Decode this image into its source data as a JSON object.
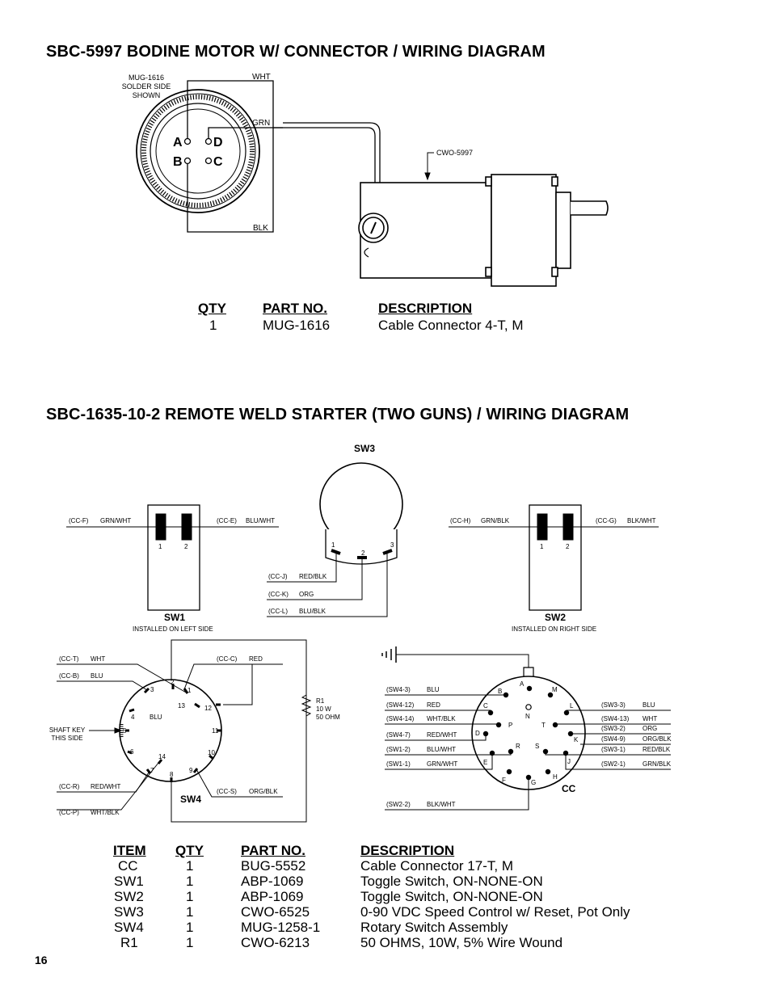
{
  "motor": {
    "title": "SBC-5997 BODINE MOTOR W/ CONNECTOR / WIRING DIAGRAM",
    "connector_note": [
      "MUG-1616",
      "SOLDER SIDE",
      "SHOWN"
    ],
    "wire_labels": {
      "wht": "WHT",
      "grn": "GRN",
      "blk": "BLK"
    },
    "pins": {
      "a": "A",
      "b": "B",
      "c": "C",
      "d": "D"
    },
    "motor_callout": "CWO-5997",
    "parts_table": {
      "headers": {
        "qty": "QTY",
        "part_no": "PART NO.",
        "description": "DESCRIPTION"
      },
      "rows": [
        {
          "qty": "1",
          "part_no": "MUG-1616",
          "description": "Cable Connector 4-T, M"
        }
      ]
    }
  },
  "starter": {
    "title": "SBC-1635-10-2 REMOTE WELD STARTER (TWO GUNS) / WIRING DIAGRAM",
    "sw3": {
      "label": "SW3",
      "terminals": [
        "1",
        "2",
        "3"
      ],
      "wires": [
        {
          "ref": "(CC-J)",
          "color": "RED/BLK"
        },
        {
          "ref": "(CC-K)",
          "color": "ORG"
        },
        {
          "ref": "(CC-L)",
          "color": "BLU/BLK"
        }
      ]
    },
    "sw1": {
      "label": "SW1",
      "note": "INSTALLED ON LEFT SIDE",
      "terminals": [
        "1",
        "2"
      ],
      "wires": [
        {
          "ref": "(CC-F)",
          "color": "GRN/WHT"
        },
        {
          "ref": "(CC-E)",
          "color": "BLU/WHT"
        }
      ]
    },
    "sw2": {
      "label": "SW2",
      "note": "INSTALLED ON RIGHT SIDE",
      "terminals": [
        "1",
        "2"
      ],
      "wires": [
        {
          "ref": "(CC-H)",
          "color": "GRN/BLK"
        },
        {
          "ref": "(CC-G)",
          "color": "BLK/WHT"
        }
      ]
    },
    "sw4": {
      "label": "SW4",
      "center_label": "BLU",
      "shaft_key_note": [
        "SHAFT KEY",
        "THIS SIDE"
      ],
      "terminals": [
        "1",
        "2",
        "3",
        "4",
        "5",
        "6",
        "7",
        "8",
        "9",
        "10",
        "11",
        "12",
        "13",
        "14"
      ],
      "wires_left": [
        {
          "ref": "(CC-T)",
          "color": "WHT"
        },
        {
          "ref": "(CC-B)",
          "color": "BLU"
        },
        {
          "ref": "(CC-R)",
          "color": "RED/WHT"
        },
        {
          "ref": "(CC-P)",
          "color": "WHT/BLK"
        }
      ],
      "wires_right": [
        {
          "ref": "(CC-C)",
          "color": "RED"
        },
        {
          "ref": "(CC-S)",
          "color": "ORG/BLK"
        }
      ]
    },
    "r1": {
      "lines": [
        "R1",
        "10 W",
        "50 OHM"
      ]
    },
    "cc": {
      "label": "CC",
      "pin_letters": [
        "A",
        "B",
        "C",
        "D",
        "E",
        "F",
        "G",
        "H",
        "J",
        "K",
        "L",
        "M",
        "N",
        "P",
        "R",
        "S",
        "T"
      ],
      "wires_left": [
        {
          "ref": "(SW4-3)",
          "color": "BLU"
        },
        {
          "ref": "(SW4-12)",
          "color": "RED"
        },
        {
          "ref": "(SW4-14)",
          "color": "WHT/BLK"
        },
        {
          "ref": "(SW4-7)",
          "color": "RED/WHT"
        },
        {
          "ref": "(SW1-2)",
          "color": "BLU/WHT"
        },
        {
          "ref": "(SW1-1)",
          "color": "GRN/WHT"
        },
        {
          "ref": "(SW2-2)",
          "color": "BLK/WHT"
        }
      ],
      "wires_right": [
        {
          "ref": "(SW3-3)",
          "color": "BLU"
        },
        {
          "ref": "(SW4-13)",
          "color": "WHT"
        },
        {
          "ref": "(SW3-2)",
          "color": "ORG"
        },
        {
          "ref": "(SW4-9)",
          "color": "ORG/BLK"
        },
        {
          "ref": "(SW3-1)",
          "color": "RED/BLK"
        },
        {
          "ref": "(SW2-1)",
          "color": "GRN/BLK"
        }
      ]
    },
    "parts_table": {
      "headers": {
        "item": "ITEM",
        "qty": "QTY",
        "part_no": "PART NO.",
        "description": "DESCRIPTION"
      },
      "rows": [
        {
          "item": "CC",
          "qty": "1",
          "part_no": "BUG-5552",
          "description": "Cable Connector 17-T, M"
        },
        {
          "item": "SW1",
          "qty": "1",
          "part_no": "ABP-1069",
          "description": "Toggle Switch, ON-NONE-ON"
        },
        {
          "item": "SW2",
          "qty": "1",
          "part_no": "ABP-1069",
          "description": "Toggle Switch, ON-NONE-ON"
        },
        {
          "item": "SW3",
          "qty": "1",
          "part_no": "CWO-6525",
          "description": "0-90 VDC Speed Control w/ Reset, Pot Only"
        },
        {
          "item": "SW4",
          "qty": "1",
          "part_no": "MUG-1258-1",
          "description": "Rotary Switch Assembly"
        },
        {
          "item": "R1",
          "qty": "1",
          "part_no": "CWO-6213",
          "description": "50 OHMS, 10W, 5% Wire Wound"
        }
      ]
    }
  },
  "page_number": "16"
}
